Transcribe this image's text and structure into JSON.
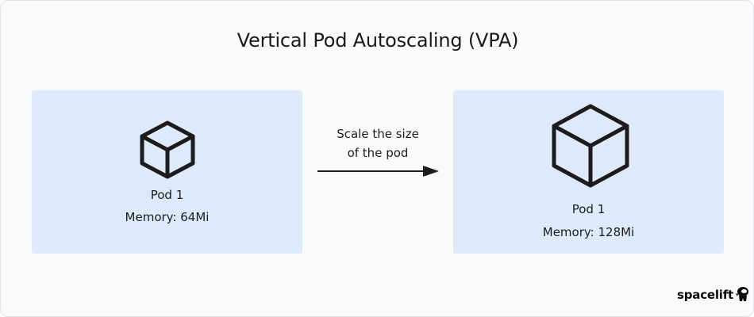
{
  "diagram": {
    "title": "Vertical Pod Autoscaling (VPA)",
    "left_pod": {
      "name": "Pod 1",
      "memory": "Memory: 64Mi",
      "icon": "cube-icon"
    },
    "right_pod": {
      "name": "Pod 1",
      "memory": "Memory: 128Mi",
      "icon": "cube-icon"
    },
    "arrow": {
      "line1": "Scale the size",
      "line2": "of the pod"
    },
    "colors": {
      "panel": "#dceafc",
      "background": "#f9fafb",
      "stroke": "#1c1c1c"
    }
  },
  "branding": {
    "logo_text": "spacelift",
    "icon": "astronaut-icon"
  }
}
